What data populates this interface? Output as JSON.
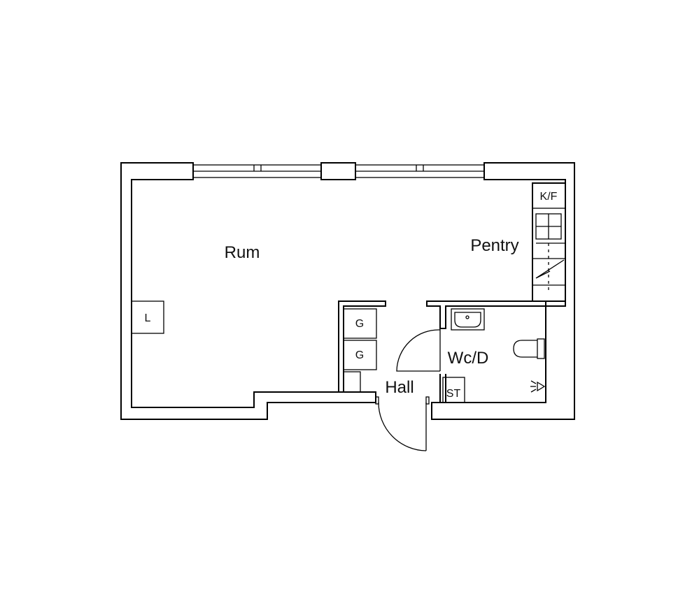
{
  "rooms": {
    "rum": "Rum",
    "pentry": "Pentry",
    "hall": "Hall",
    "wcd": "Wc/D"
  },
  "fixtures": {
    "kf": "K/F",
    "l": "L",
    "g1": "G",
    "g2": "G",
    "st": "ST"
  }
}
